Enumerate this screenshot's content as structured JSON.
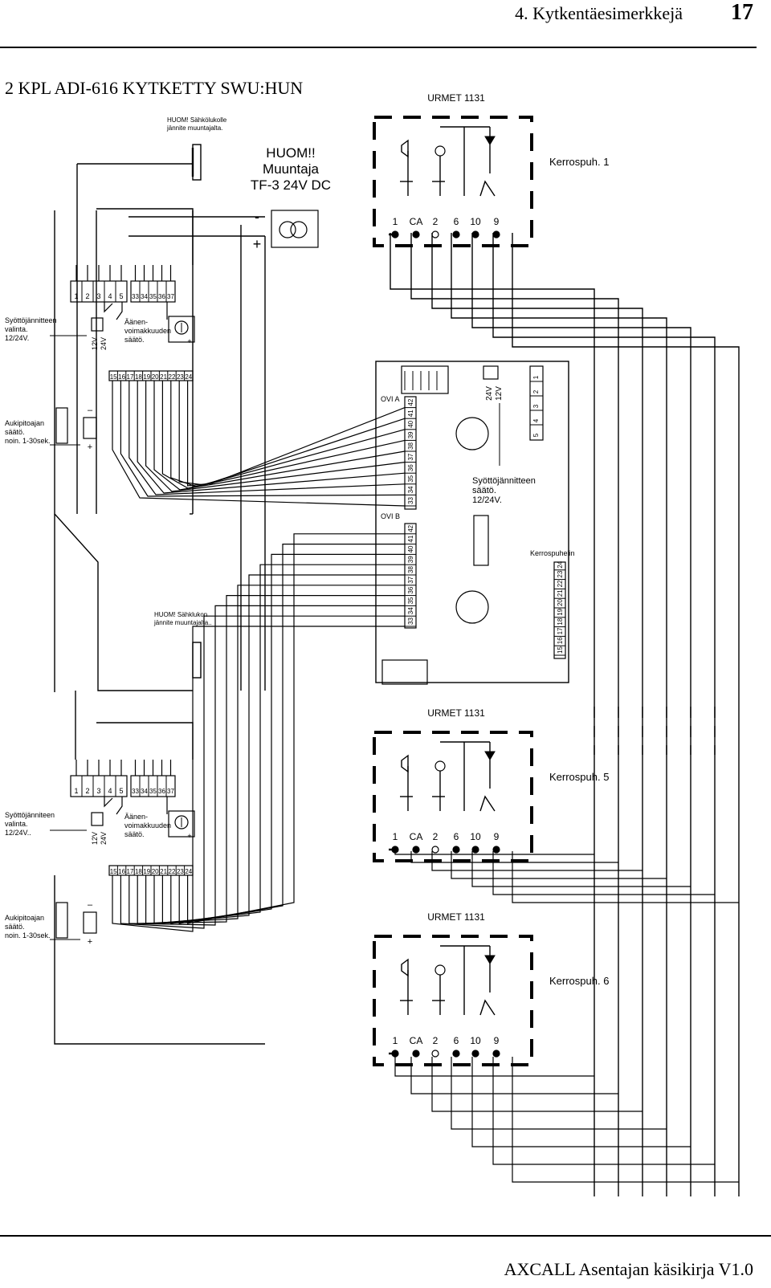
{
  "header": {
    "title": "4. Kytkentäesimerkkejä",
    "page_number": "17"
  },
  "section_heading": "2 KPL ADI-616 KYTKETTY SWU:HUN",
  "footer": "AXCALL Asentajan käsikirja V1.0",
  "notes": {
    "lock_top": [
      "HUOM! Sähkölukolle",
      "jännite muuntajalta."
    ],
    "transformer": [
      "HUOM!!",
      "Muuntaja",
      "TF-3 24V DC"
    ],
    "lock_bottom": [
      "HUOM! Sähklukon",
      "jännite muuntajalta.."
    ]
  },
  "transformer": {
    "minus": "-",
    "plus": "+"
  },
  "units": [
    {
      "terminals_a": [
        "1",
        "2",
        "3",
        "4",
        "5"
      ],
      "terminals_b": [
        "33",
        "34",
        "35",
        "36",
        "37"
      ],
      "terminals_c": [
        "15",
        "16",
        "17",
        "18",
        "19",
        "20",
        "21",
        "22",
        "23",
        "24"
      ],
      "supply_label": [
        "Syöttöjännitteen",
        "valinta.",
        "12/24V."
      ],
      "jumper_label": [
        "12V",
        "24V"
      ],
      "volume_label": [
        "Äänen-",
        "voimakkuuden",
        "säätö."
      ],
      "pot_signs": [
        "–",
        "+"
      ],
      "door_label": [
        "Aukipitoajan",
        "säätö.",
        "noin. 1-30sek."
      ],
      "door_signs": [
        "–",
        "+"
      ]
    },
    {
      "terminals_a": [
        "1",
        "2",
        "3",
        "4",
        "5"
      ],
      "terminals_b": [
        "33",
        "34",
        "35",
        "36",
        "37"
      ],
      "terminals_c": [
        "15",
        "16",
        "17",
        "18",
        "19",
        "20",
        "21",
        "22",
        "23",
        "24"
      ],
      "supply_label": [
        "Syöttöjänniteen",
        "valinta.",
        "12/24V.."
      ],
      "jumper_label": [
        "12V",
        "24V"
      ],
      "volume_label": [
        "Äänen-",
        "voimakkuuden",
        "säätö."
      ],
      "pot_signs": [
        "–",
        "+"
      ],
      "door_label": [
        "Aukipitoajan",
        "säätö.",
        "noin. 1-30sek."
      ],
      "door_signs": [
        "–",
        "+"
      ]
    }
  ],
  "switch_unit": {
    "ovi_a": "OVI  A",
    "ovi_b": "OVI  B",
    "ovi_terminals": [
      "33",
      "34",
      "35",
      "36",
      "37",
      "38",
      "39",
      "40",
      "41",
      "42"
    ],
    "jumper": [
      "24V",
      "12V"
    ],
    "right_terminals": [
      "1",
      "2",
      "3",
      "4",
      "5"
    ],
    "supply_label": [
      "Syöttöjännitteen",
      "säätö.",
      "12/24V."
    ],
    "kerros_label": "Kerrospuhelin",
    "kerros_terminals": [
      "15",
      "16",
      "17",
      "18",
      "19",
      "20",
      "21",
      "22",
      "23",
      "24"
    ]
  },
  "phones": [
    {
      "model": "URMET 1131",
      "name": "Kerrospuh. 1",
      "terminals": [
        "1",
        "CA",
        "2",
        "6",
        "10",
        "9"
      ]
    },
    {
      "model": "URMET 1131",
      "name": "Kerrospuh. 5",
      "terminals": [
        "1",
        "CA",
        "2",
        "6",
        "10",
        "9"
      ]
    },
    {
      "model": "URMET 1131",
      "name": "Kerrospuh. 6",
      "terminals": [
        "1",
        "CA",
        "2",
        "6",
        "10",
        "9"
      ]
    }
  ]
}
